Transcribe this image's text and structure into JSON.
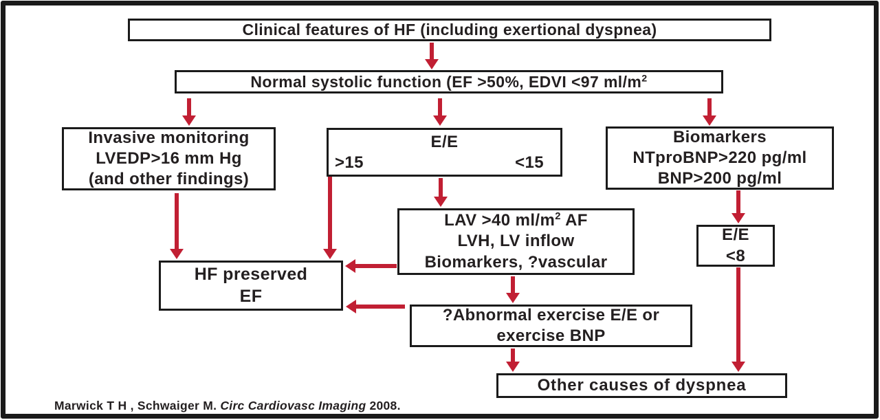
{
  "colors": {
    "arrow_red": "#c11f33",
    "box_border": "#1a1a1a",
    "text": "#231f20",
    "background": "#ffffff"
  },
  "boxes": {
    "clinical": {
      "text": "Clinical features of HF (including exertional dyspnea)"
    },
    "normal": {
      "pre": "Normal systolic function (EF >50%, EDVI <97 ml/m",
      "sup": "2"
    },
    "invasive": {
      "lines": [
        "Invasive monitoring",
        "LVEDP>16 mm Hg",
        "(and other findings)"
      ]
    },
    "ee15": {
      "title": "E/E",
      "left": ">15",
      "right": "<15"
    },
    "biomarkers": {
      "lines": [
        "Biomarkers",
        "NTproBNP>220 pg/ml",
        "BNP>200 pg/ml"
      ]
    },
    "lav": {
      "line1_pre": "LAV >40 ml/m",
      "line1_sup": "2",
      "line1_post": " AF",
      "line2": "LVH, LV inflow",
      "line3": "Biomarkers, ?vascular"
    },
    "ee8": {
      "lines": [
        "E/E",
        "<8"
      ]
    },
    "hf": {
      "lines": [
        "HF preserved",
        "EF"
      ]
    },
    "abnormal": {
      "lines": [
        "?Abnormal exercise E/E or",
        "exercise BNP"
      ]
    },
    "other": {
      "text": "Other causes of dyspnea"
    }
  },
  "edges": [
    "clinical -> normal",
    "normal -> invasive",
    "normal -> ee15",
    "normal -> biomarkers",
    "invasive -> hf",
    "ee15(>15) -> hf",
    "ee15 -> lav",
    "biomarkers -> ee8",
    "lav -> hf",
    "lav -> abnormal",
    "abnormal -> hf",
    "abnormal -> other",
    "ee8 -> other"
  ],
  "citation": {
    "authors": "Marwick T H , Schwaiger M.",
    "journal": "Circ Cardiovasc Imaging",
    "year": "2008."
  }
}
